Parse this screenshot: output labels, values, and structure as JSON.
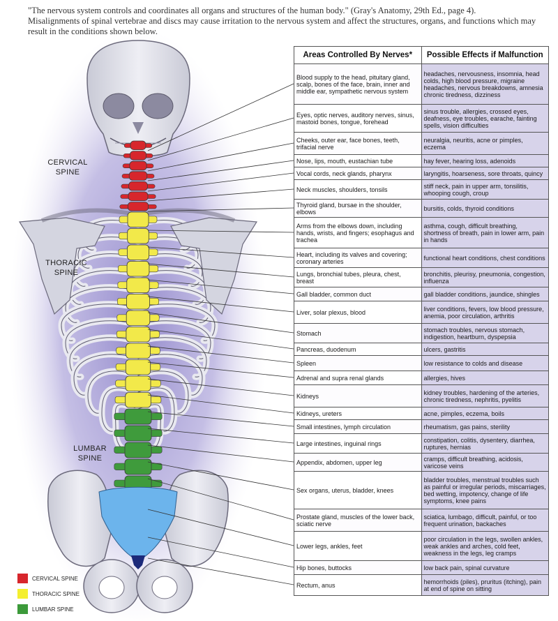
{
  "intro": {
    "quote": "\"The nervous system controls and coordinates all organs and structures of the human body.\" (Gray's Anatomy, 29th Ed., page 4).",
    "text": "Misalignments of spinal vertebrae and discs may cause irritation to the nervous system and affect the structures, organs, and functions which may result in the conditions shown below."
  },
  "labels": {
    "cervical": "CERVICAL SPINE",
    "thoracic": "THORACIC SPINE",
    "lumbar": "LUMBAR SPINE"
  },
  "legend": [
    {
      "label": "CERVICAL SPINE",
      "color": "#d7262c"
    },
    {
      "label": "THORACIC SPINE",
      "color": "#f4ef2f"
    },
    {
      "label": "LUMBAR SPINE",
      "color": "#3c9a3a"
    }
  ],
  "colors": {
    "cervical": "#d7262c",
    "thoracic": "#f2e94a",
    "lumbar": "#3f9b3c",
    "sacrum": "#6cb4ec",
    "coccyx": "#1c2a7a",
    "bone": "#dcdde6",
    "aura": "#b8b0dc"
  },
  "table": {
    "headers": [
      "Areas Controlled By Nerves*",
      "Possible Effects if Malfunction"
    ],
    "rows": [
      {
        "area": "Blood supply to the head, pituitary gland, scalp, bones of the face, brain, inner and middle ear, sympathetic nervous system",
        "effect": "headaches, nervousness, insomnia, head colds, high blood pressure, migraine headaches, nervous breakdowns, amnesia chronic tiredness, dizziness"
      },
      {
        "area": "Eyes, optic nerves, auditory nerves, sinus, mastoid bones, tongue, forehead",
        "effect": "sinus trouble, allergies, crossed eyes, deafness, eye troubles, earache, fainting spells, vision difficulties"
      },
      {
        "area": "Cheeks, outer ear, face bones, teeth, trifacial nerve",
        "effect": "neuralgia, neuritis, acne or pimples, eczema"
      },
      {
        "area": "Nose, lips, mouth, eustachian tube",
        "effect": "hay fever, hearing loss, adenoids"
      },
      {
        "area": "Vocal cords, neck glands, pharynx",
        "effect": "laryngitis, hoarseness, sore throats, quincy"
      },
      {
        "area": "Neck muscles, shoulders, tonsils",
        "effect": "stiff neck, pain in upper arm, tonsilitis, whooping cough, croup"
      },
      {
        "area": "Thyroid gland, bursae in the shoulder, elbows",
        "effect": "bursitis, colds, thyroid conditions"
      },
      {
        "area": "Arms from the elbows down, including hands, wrists, and fingers; esophagus and trachea",
        "effect": "asthma, cough, difficult breathing, shortness of breath, pain in lower arm, pain in hands"
      },
      {
        "area": "Heart, including its valves and covering; coronary arteries",
        "effect": "functional heart conditions, chest conditions"
      },
      {
        "area": "Lungs, bronchial tubes, pleura, chest, breast",
        "effect": "bronchitis, pleurisy, pneumonia, congestion, influenza"
      },
      {
        "area": "Gall bladder, common duct",
        "effect": "gall bladder conditions, jaundice, shingles"
      },
      {
        "area": "Liver, solar plexus, blood",
        "effect": "liver conditions, fevers, low blood pressure, anemia, poor circulation, arthritis"
      },
      {
        "area": "Stomach",
        "effect": "stomach troubles, nervous stomach, indigestion, heartburn, dyspepsia"
      },
      {
        "area": "Pancreas, duodenum",
        "effect": "ulcers, gastritis"
      },
      {
        "area": "Spleen",
        "effect": "low resistance to colds and disease"
      },
      {
        "area": "Adrenal and supra renal glands",
        "effect": "allergies, hives"
      },
      {
        "area": "Kidneys",
        "effect": "kidney troubles, hardening of the arteries, chronic tiredness, nephritis, pyelitis"
      },
      {
        "area": "Kidneys, ureters",
        "effect": "acne, pimples, eczema, boils"
      },
      {
        "area": "Small intestines, lymph circulation",
        "effect": "rheumatism, gas pains, sterility"
      },
      {
        "area": "Large intestines, inguinal rings",
        "effect": "constipation, colitis, dysentery, diarrhea, ruptures, hernias"
      },
      {
        "area": "Appendix, abdomen, upper leg",
        "effect": "cramps, difficult breathing, acidosis, varicose veins"
      },
      {
        "area": "Sex organs, uterus, bladder, knees",
        "effect": "bladder troubles, menstrual troubles such as painful or irregular periods, miscarriages, bed wetting, impotency, change of life symptoms, knee pains"
      },
      {
        "area": "Prostate gland, muscles of the lower back, sciatic nerve",
        "effect": "sciatica, lumbago, difficult, painful, or too frequent urination, backaches"
      },
      {
        "area": "Lower legs, ankles, feet",
        "effect": "poor circulation in the legs, swollen ankles, weak ankles and arches, cold feet, weakness in the legs, leg cramps"
      },
      {
        "area": "Hip bones, buttocks",
        "effect": "low back pain, spinal curvature"
      },
      {
        "area": "Rectum, anus",
        "effect": "hemorrhoids (piles), pruritus (itching), pain at end of spine on sitting"
      }
    ]
  }
}
